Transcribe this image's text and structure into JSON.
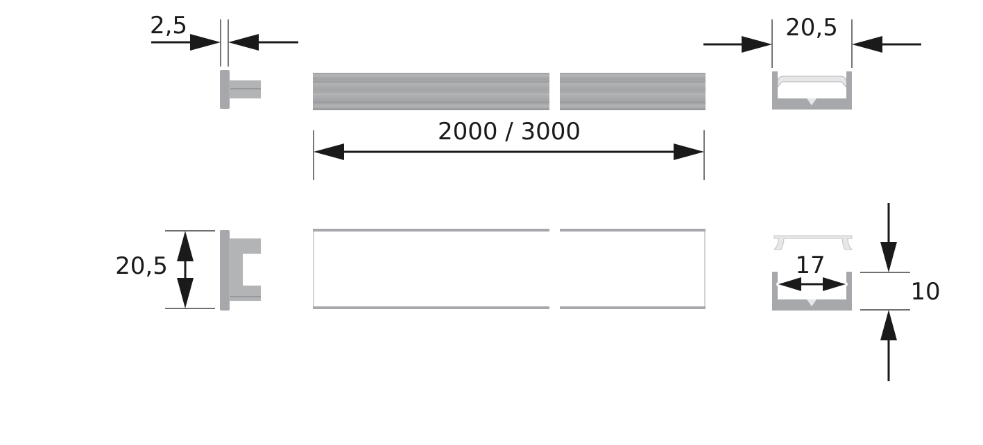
{
  "diagram": {
    "dimensions": {
      "endcap_thickness": "2,5",
      "profile_width_top": "20,5",
      "profile_length": "2000 / 3000",
      "profile_width_side": "20,5",
      "inner_width": "17",
      "profile_height": "10"
    },
    "colors": {
      "line": "#1a1a1a",
      "profile_fill": "#a7a8ab",
      "profile_dark": "#8e8f92",
      "profile_light": "#c3c4c6",
      "diffuser": "#e6e7e8"
    }
  }
}
